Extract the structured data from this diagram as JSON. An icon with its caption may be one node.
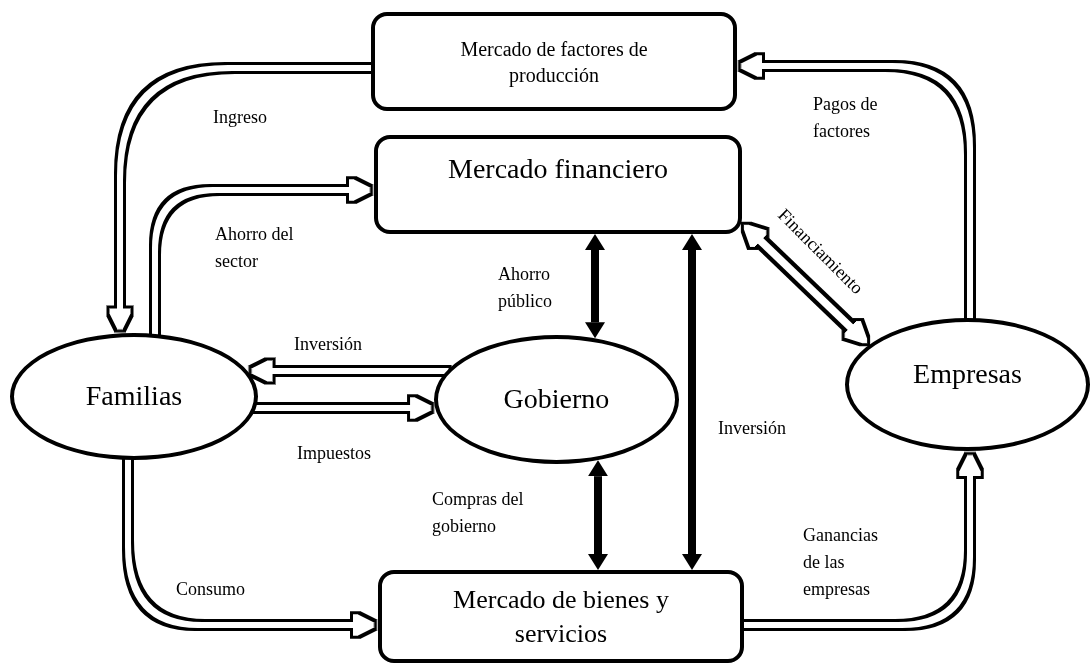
{
  "diagram": {
    "nodes": [
      {
        "text": [
          "Mercado de factores de producción"
        ]
      },
      {
        "text": [
          "Mercado financiero"
        ]
      },
      {
        "text": [
          "Familias"
        ]
      },
      {
        "text": [
          "Gobierno"
        ]
      },
      {
        "text": [
          "Empresas"
        ]
      },
      {
        "text": [
          "Mercado de bienes y servicios"
        ]
      }
    ],
    "edges": [
      {
        "from": 0,
        "to": 2,
        "arrow": "to",
        "label": "Ingreso"
      },
      {
        "from": 2,
        "to": 1,
        "arrow": "to",
        "label": "Ahorro del sector"
      },
      {
        "from": 1,
        "to": 3,
        "arrow": "both",
        "label": "Ahorro público",
        "style": "thick"
      },
      {
        "from": 1,
        "to": 5,
        "arrow": "both",
        "label": "Inversión",
        "style": "thick"
      },
      {
        "from": 1,
        "to": 4,
        "arrow": "both",
        "label": "Financiamiento"
      },
      {
        "from": 3,
        "to": 2,
        "arrow": "to",
        "label": "Inversión"
      },
      {
        "from": 2,
        "to": 3,
        "arrow": "to",
        "label": "Impuestos"
      },
      {
        "from": 3,
        "to": 5,
        "arrow": "both",
        "label": "Compras del gobierno",
        "style": "thick"
      },
      {
        "from": 2,
        "to": 5,
        "arrow": "to",
        "label": "Consumo"
      },
      {
        "from": 5,
        "to": 4,
        "arrow": "to",
        "label": "Ganancias de las empresas"
      },
      {
        "from": 4,
        "to": 0,
        "arrow": "to",
        "label": "Pagos de factores"
      }
    ]
  }
}
